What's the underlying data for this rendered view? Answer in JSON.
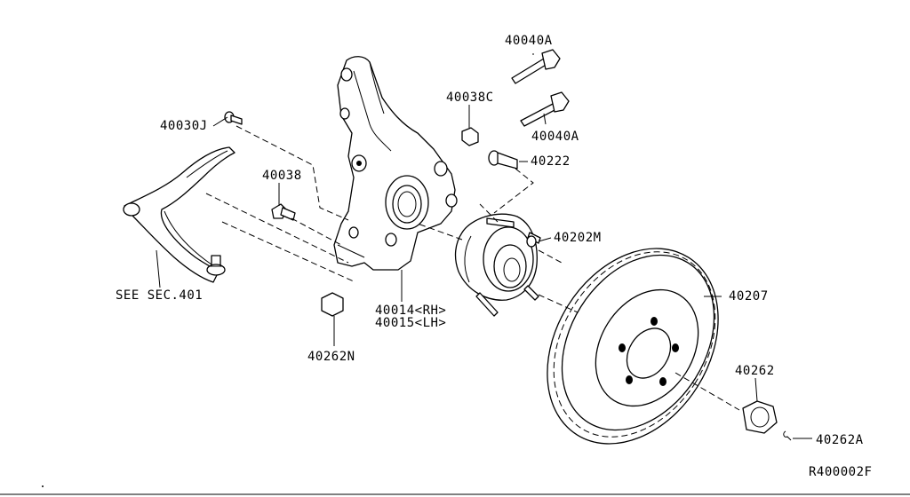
{
  "labels": {
    "p40040a_top": "40040A",
    "p40040a_mid": "40040A",
    "p40038c": "40038C",
    "p40222": "40222",
    "p40030j": "40030J",
    "p40038": "40038",
    "p40202m": "40202M",
    "p40014_rh": "40014<RH>",
    "p40015_lh": "40015<LH>",
    "p40207": "40207",
    "p40262n": "40262N",
    "p40262": "40262",
    "p40262a": "40262A",
    "see_sec": "SEE SEC.401",
    "ref_code": "R400002F"
  },
  "colors": {
    "line": "#000000",
    "background": "#ffffff"
  }
}
